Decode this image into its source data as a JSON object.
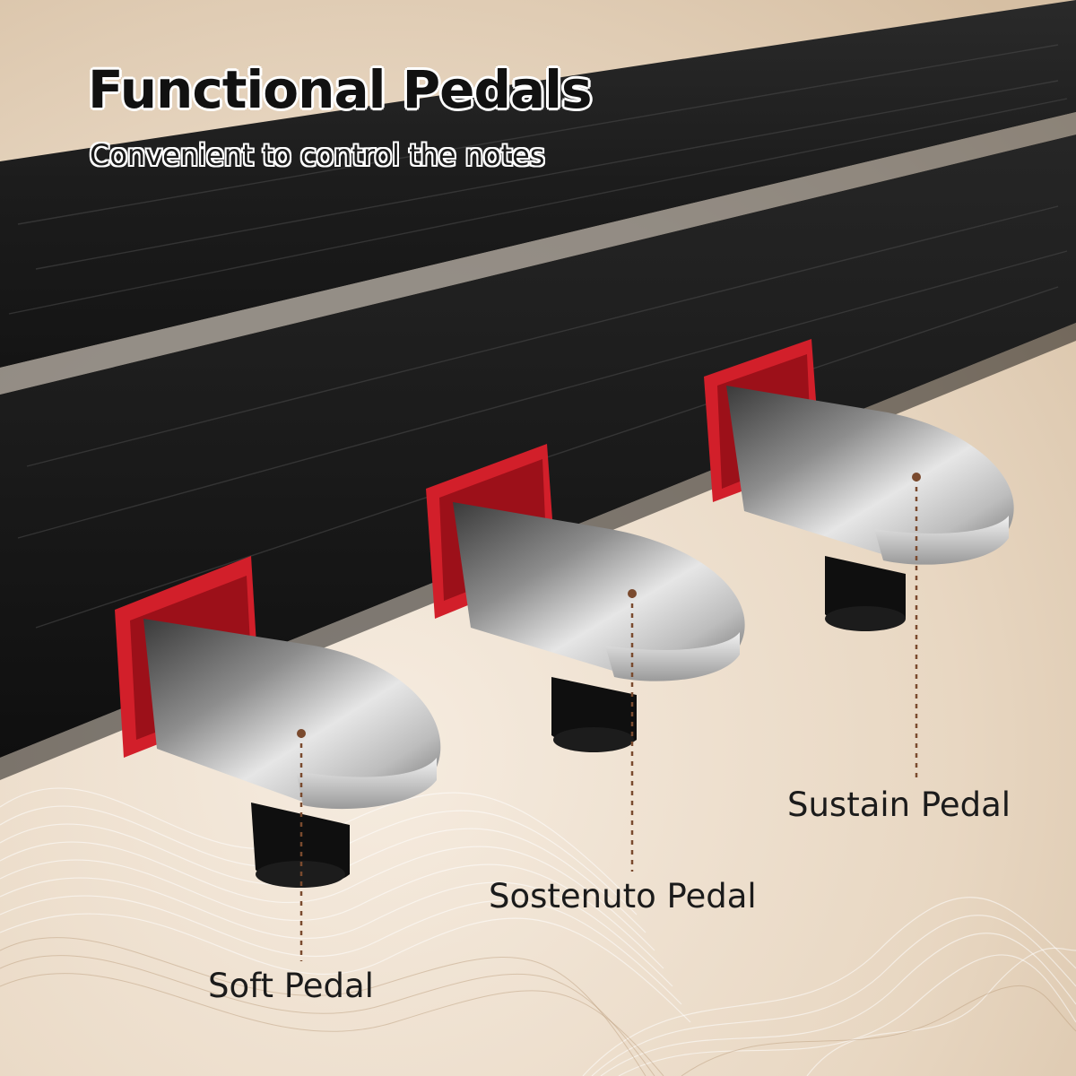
{
  "header": {
    "title": "Functional Pedals",
    "subtitle": "Convenient to control the notes"
  },
  "callouts": {
    "soft": "Soft Pedal",
    "sostenuto": "Sostenuto Pedal",
    "sustain": "Sustain Pedal"
  },
  "colors": {
    "background": "#e9dccb",
    "wood": "#202020",
    "felt": "#d21f2a",
    "chrome": "#c9c9c9",
    "leader": "#7a4a2e"
  }
}
